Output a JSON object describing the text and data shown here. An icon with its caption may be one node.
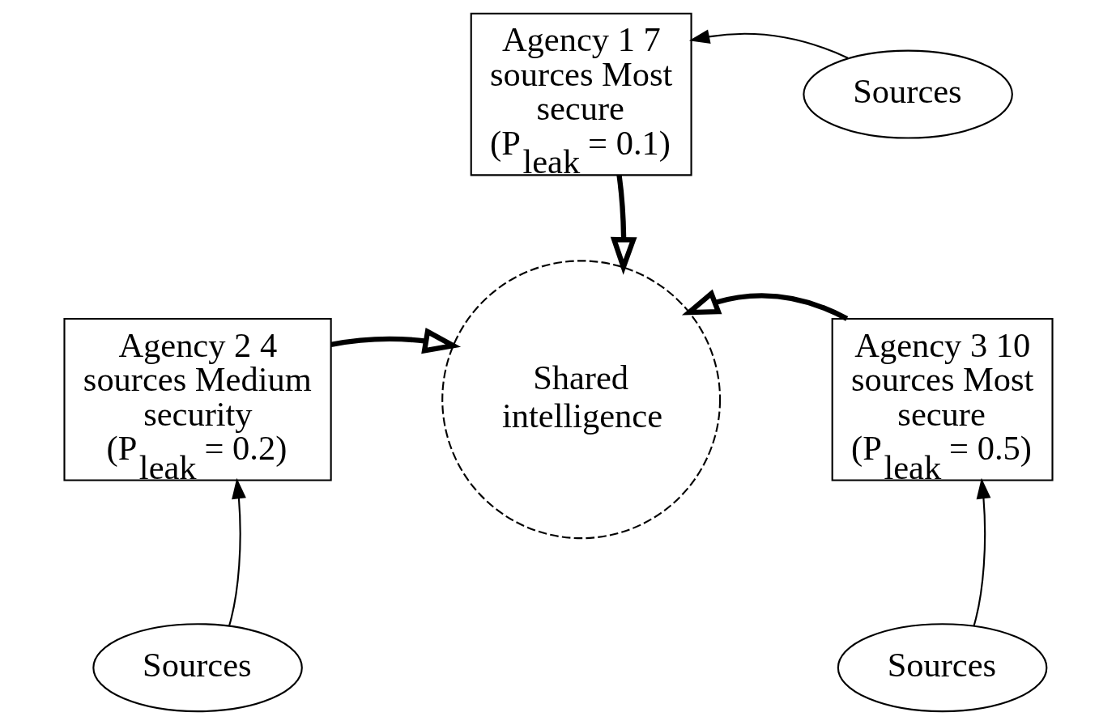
{
  "diagram": {
    "nodes": [
      {
        "text": [
          "Agency 1 7 sources Most secure (P$_{leak}$ = 0.1)"
        ]
      },
      {
        "text": [
          "Sources"
        ]
      },
      {
        "text": [
          "Agency 2 4 sources Medium security (P$_{leak}$ = 0.2)"
        ]
      },
      {
        "text": [
          "Shared intelligence"
        ]
      },
      {
        "text": [
          "Agency 3 10 sources Most secure (P$_{leak}$ = 0.5)"
        ]
      },
      {
        "text": [
          "Sources"
        ]
      },
      {
        "text": [
          "Sources"
        ]
      }
    ],
    "edges": [
      {
        "from": 1,
        "to": 0,
        "arrow": "to"
      },
      {
        "from": 0,
        "to": 3,
        "arrow": "to",
        "style": "thick"
      },
      {
        "from": 2,
        "to": 3,
        "arrow": "to",
        "style": "thick"
      },
      {
        "from": 4,
        "to": 3,
        "arrow": "to",
        "style": "thick"
      },
      {
        "from": 5,
        "to": 2,
        "arrow": "to"
      },
      {
        "from": 6,
        "to": 4,
        "arrow": "to"
      }
    ]
  }
}
